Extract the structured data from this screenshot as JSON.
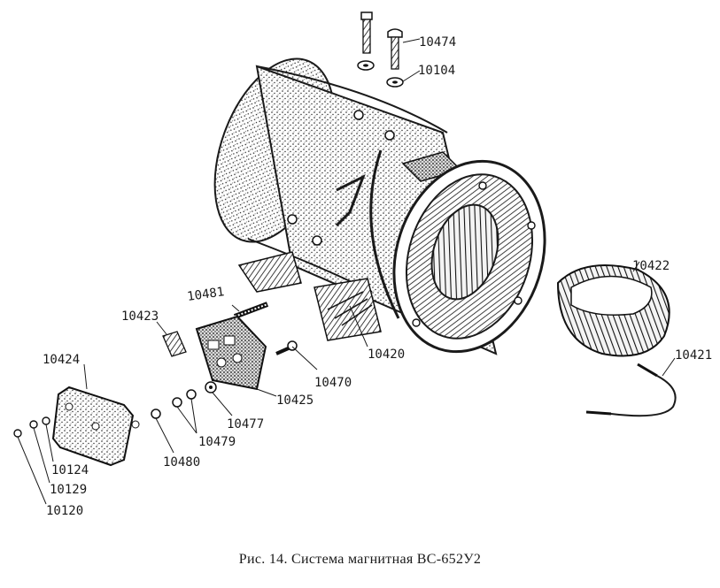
{
  "figure": {
    "caption": "Рис. 14. Система магнитная ВС-652У2"
  },
  "parts": {
    "p10474": "10474",
    "p10104": "10104",
    "p10422": "10422",
    "p10481": "10481",
    "p10423": "10423",
    "p10421": "10421",
    "p10424": "10424",
    "p10420": "10420",
    "p10470": "10470",
    "p10425": "10425",
    "p10477": "10477",
    "p10479": "10479",
    "p10480": "10480",
    "p10124": "10124",
    "p10129": "10129",
    "p10120": "10120"
  }
}
